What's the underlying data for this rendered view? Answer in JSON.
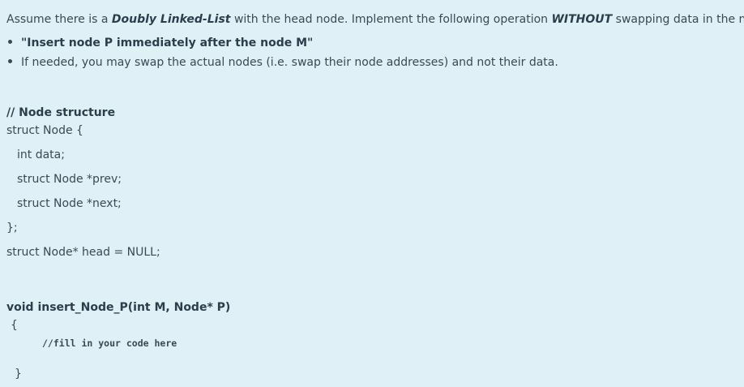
{
  "intro": {
    "prefix": "Assume there is a ",
    "emph1": "Doubly Linked-List",
    "middle": " with the head node. Implement the following operation ",
    "emph2": "WITHOUT",
    "suffix": " swapping data in the nodes:"
  },
  "bullets": [
    "\"Insert node P immediately after the node M\"",
    "If needed, you may swap the actual nodes (i.e. swap their node addresses) and not their data."
  ],
  "code": {
    "comment": "// Node structure",
    "struct_open": "struct Node {",
    "field1": "int data;",
    "field2": "struct Node *prev;",
    "field3": "struct Node *next;",
    "struct_close": "};",
    "head_decl": "struct Node* head = NULL;",
    "func_sig": "void insert_Node_P(int M, Node* P)",
    "brace_open": "{",
    "body_comment": "//fill in your code here",
    "brace_close": "}"
  }
}
